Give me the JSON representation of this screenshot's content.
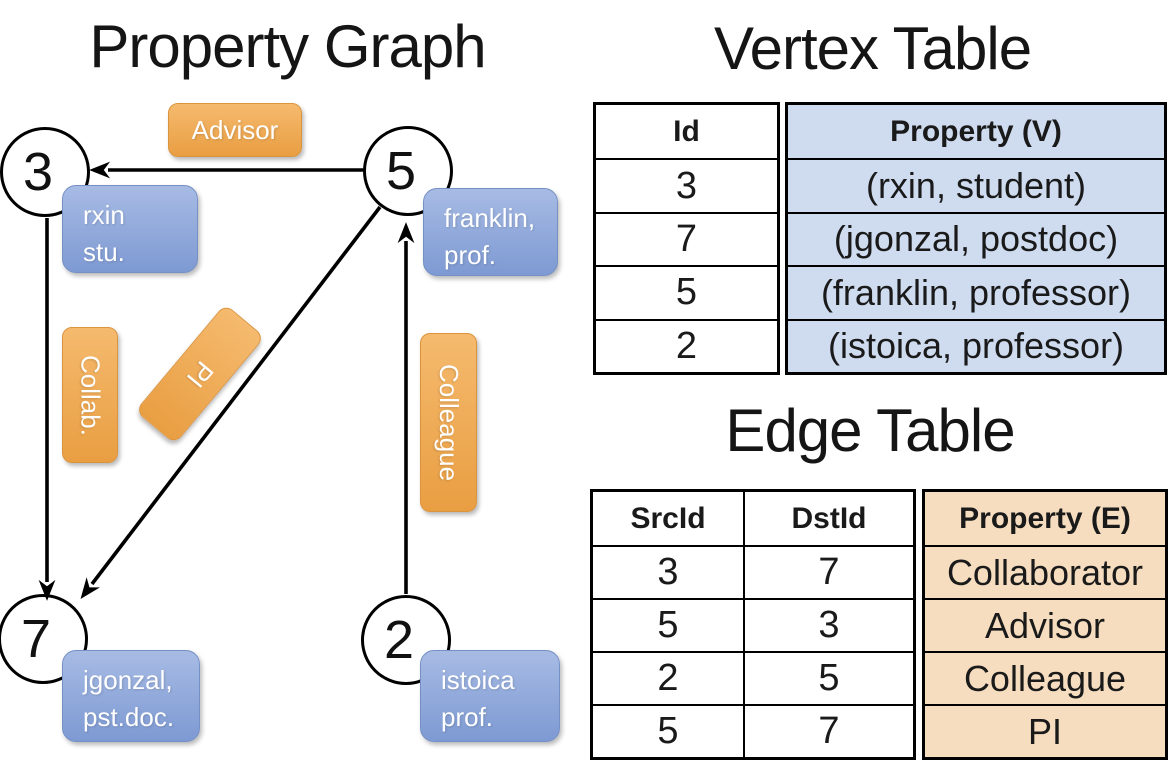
{
  "colors": {
    "edge_label_fill_top": "#f5ba6e",
    "edge_label_fill_bottom": "#e99e42",
    "vertex_label_fill_top": "#a7bbe4",
    "vertex_label_fill_bottom": "#7e9ad3",
    "vertex_property_cell_fill": "#cfdcf0",
    "edge_property_cell_fill": "#f6ddbf",
    "table_border": "#000000"
  },
  "graph": {
    "title": "Property Graph",
    "vertices": [
      {
        "id": "3",
        "line1": "rxin",
        "line2": "stu."
      },
      {
        "id": "5",
        "line1": "franklin,",
        "line2": "prof."
      },
      {
        "id": "7",
        "line1": "jgonzal,",
        "line2": "pst.doc."
      },
      {
        "id": "2",
        "line1": "istoica",
        "line2": "prof."
      }
    ],
    "edges": [
      {
        "label": "Advisor",
        "src": "5",
        "dst": "3"
      },
      {
        "label": "Collab.",
        "src": "3",
        "dst": "7"
      },
      {
        "label": "PI",
        "src": "5",
        "dst": "7"
      },
      {
        "label": "Colleague",
        "src": "2",
        "dst": "5"
      }
    ]
  },
  "vertex_table": {
    "title": "Vertex Table",
    "col_id": "Id",
    "col_property": "Property (V)",
    "rows": [
      {
        "id": "3",
        "property": "(rxin, student)"
      },
      {
        "id": "7",
        "property": "(jgonzal, postdoc)"
      },
      {
        "id": "5",
        "property": "(franklin, professor)"
      },
      {
        "id": "2",
        "property": "(istoica, professor)"
      }
    ]
  },
  "edge_table": {
    "title": "Edge Table",
    "col_src": "SrcId",
    "col_dst": "DstId",
    "col_property": "Property (E)",
    "rows": [
      {
        "src": "3",
        "dst": "7",
        "property": "Collaborator"
      },
      {
        "src": "5",
        "dst": "3",
        "property": "Advisor"
      },
      {
        "src": "2",
        "dst": "5",
        "property": "Colleague"
      },
      {
        "src": "5",
        "dst": "7",
        "property": "PI"
      }
    ]
  }
}
